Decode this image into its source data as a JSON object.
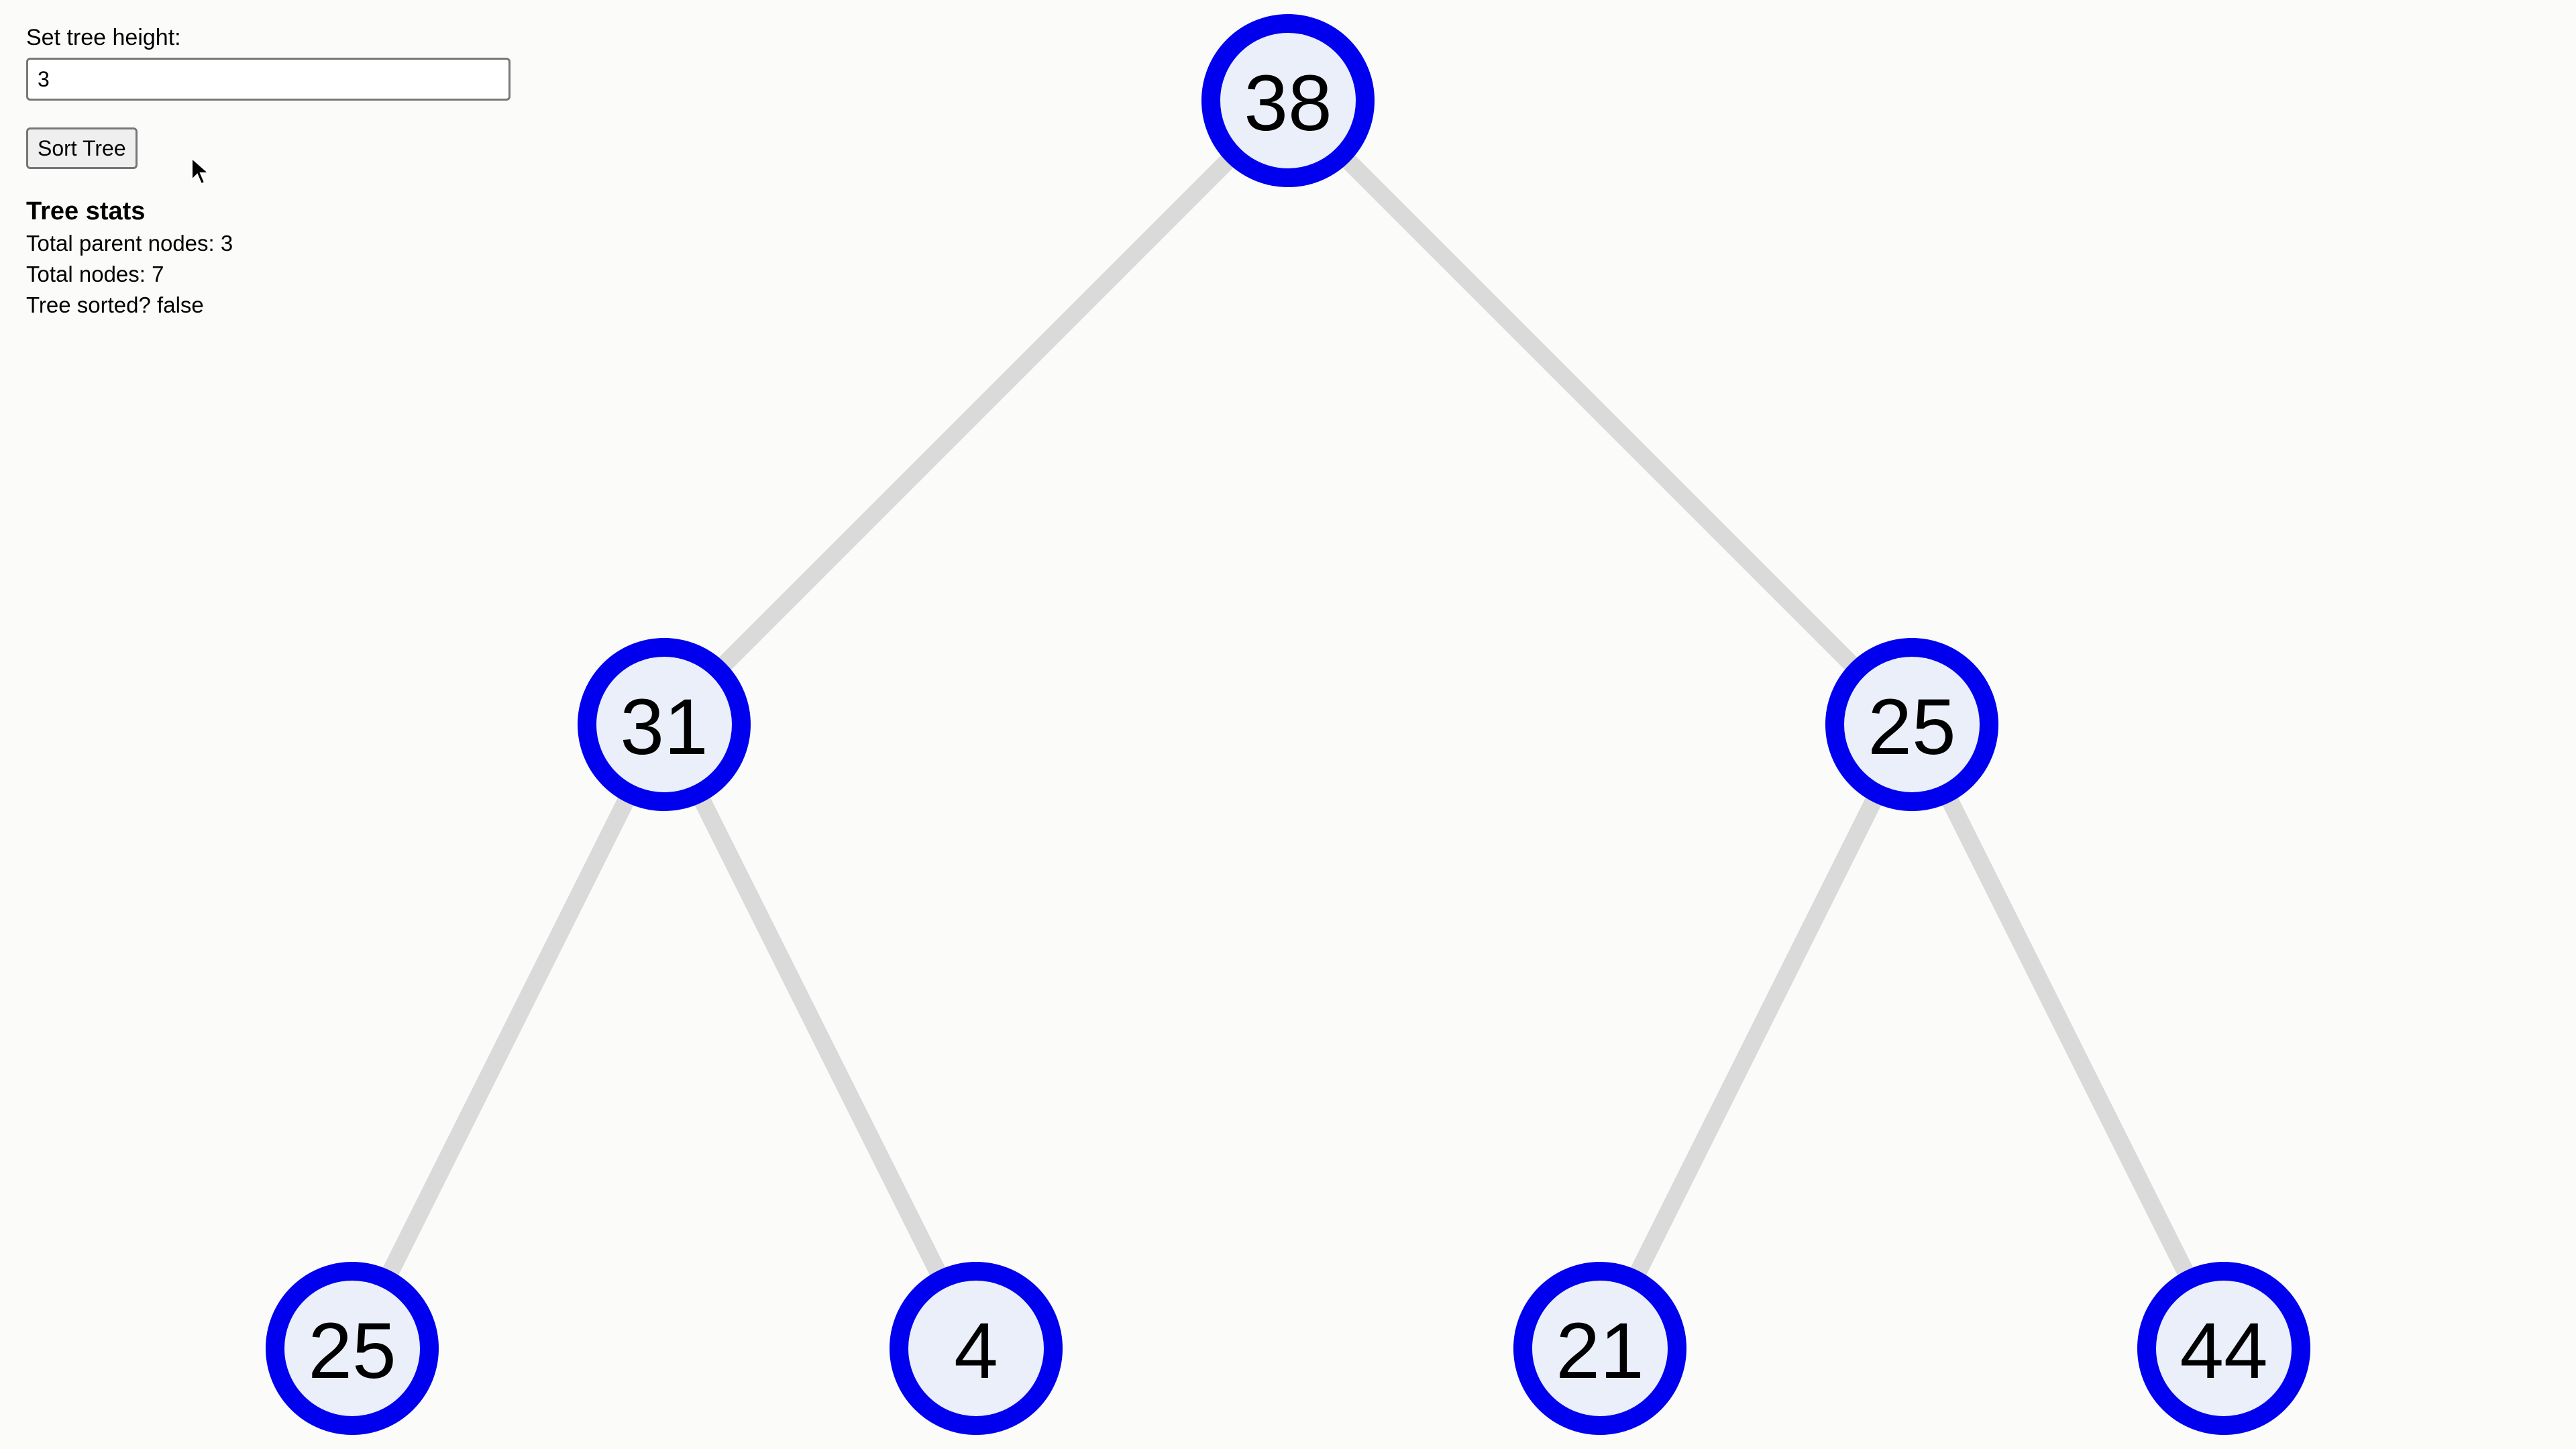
{
  "controls": {
    "height_label": "Set tree height:",
    "height_value": "3",
    "sort_button_label": "Sort Tree"
  },
  "stats": {
    "heading": "Tree stats",
    "parent_nodes_label": "Total parent nodes:",
    "parent_nodes_value": "3",
    "total_nodes_label": "Total nodes:",
    "total_nodes_value": "7",
    "sorted_label": "Tree sorted?",
    "sorted_value": "false"
  },
  "tree": {
    "levels": [
      [
        "38"
      ],
      [
        "31",
        "25"
      ],
      [
        "25",
        "4",
        "21",
        "44"
      ]
    ]
  },
  "colors": {
    "node_border": "#0000ee",
    "node_fill": "#eaeffa",
    "edge": "#dadada",
    "background": "#fbfbfa"
  }
}
